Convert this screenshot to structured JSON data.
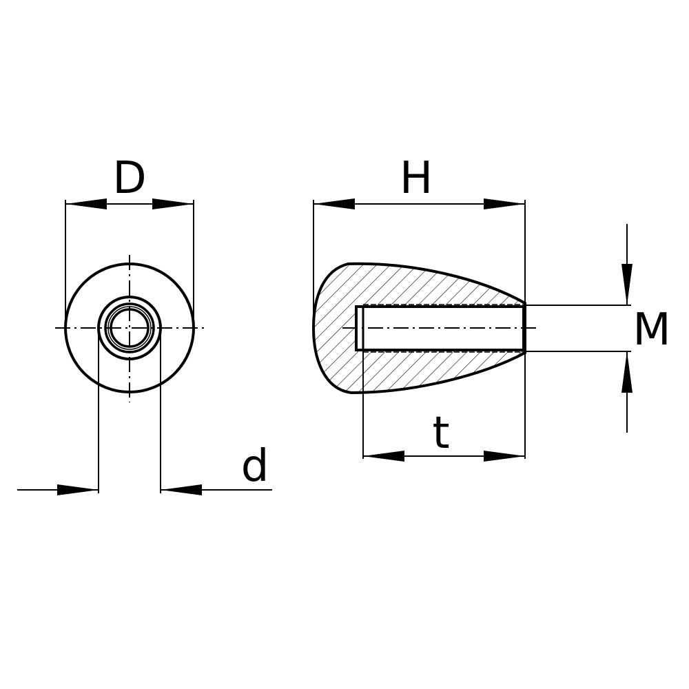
{
  "labels": {
    "outer_diameter": "D",
    "height": "H",
    "thread": "M",
    "thread_depth": "t",
    "bore_diameter": "d"
  },
  "colors": {
    "line": "#000000",
    "background": "#ffffff"
  }
}
